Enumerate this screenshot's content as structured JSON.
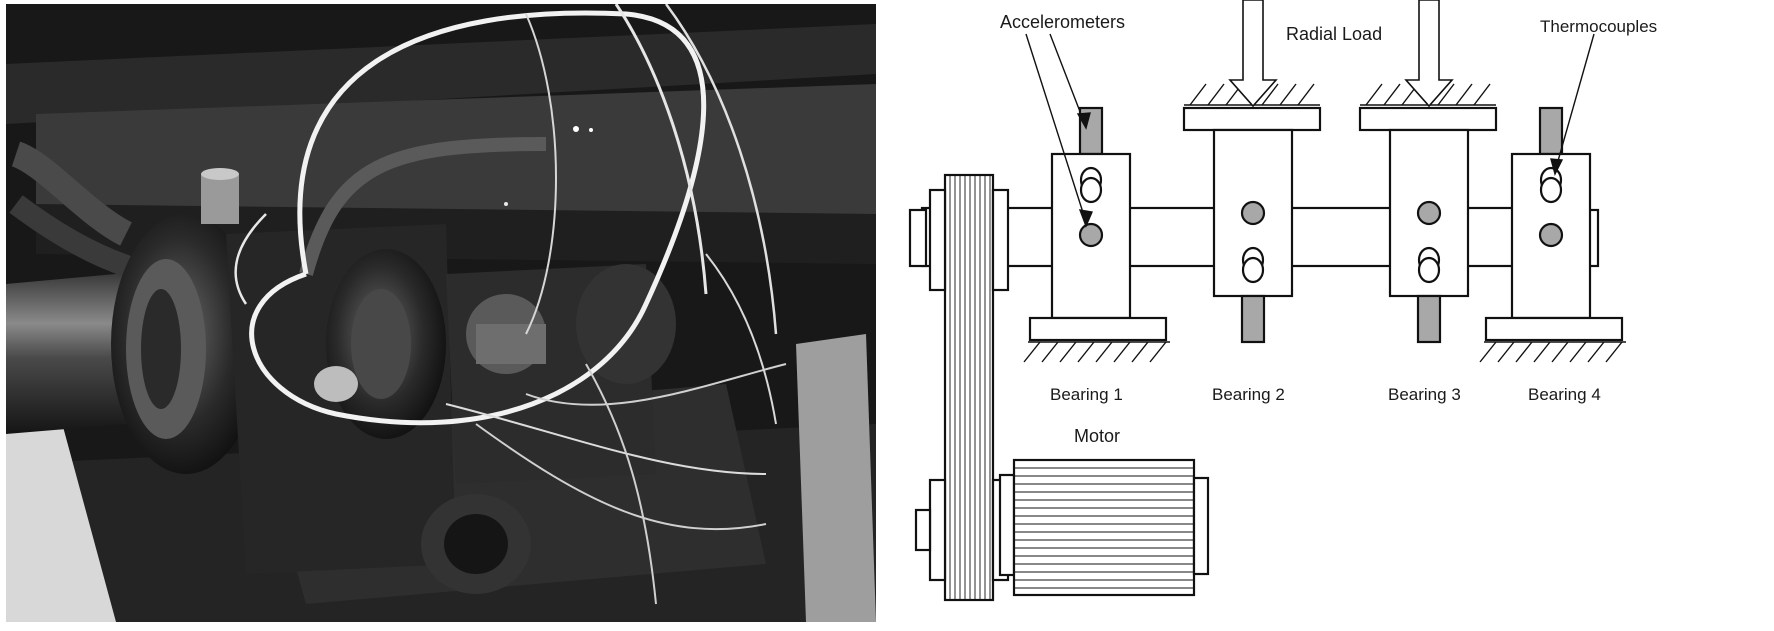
{
  "labels": {
    "accelerometers": "Accelerometers",
    "radial_load": "Radial Load",
    "thermocouples": "Thermocouples",
    "motor": "Motor",
    "bearings": [
      "Bearing 1",
      "Bearing 2",
      "Bearing 3",
      "Bearing 4"
    ]
  },
  "colors": {
    "stroke": "#111111",
    "sensor_fill": "#a8a8a8",
    "photo_background": "#151515"
  }
}
